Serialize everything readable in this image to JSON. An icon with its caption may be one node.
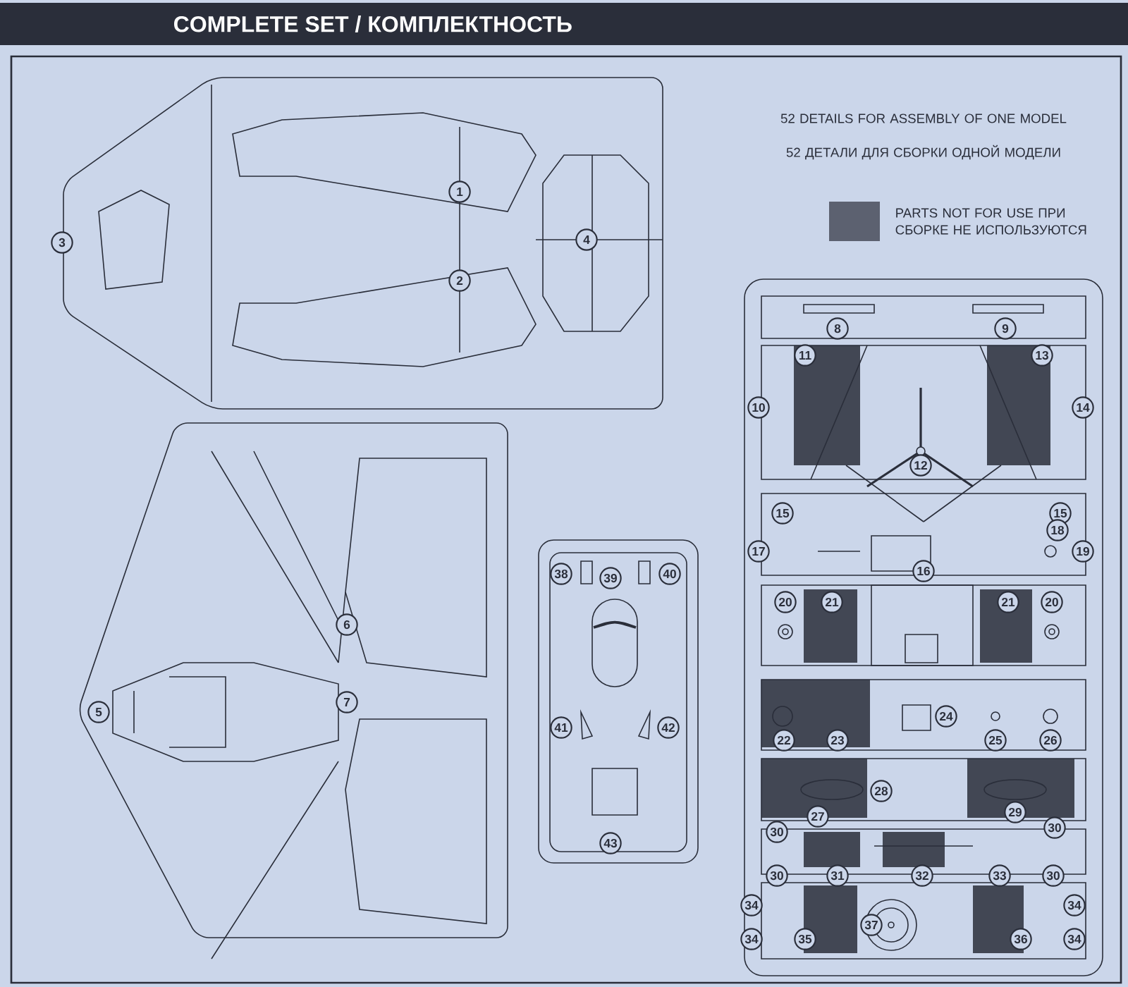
{
  "diagram": {
    "title": "COMPLETE SET / КОМПЛЕКТНОСТЬ",
    "labels": [
      "52 DETAILS FOR ASSEMBLY OF ONE MODEL",
      "52 ДЕТАЛИ ДЛЯ СБОРКИ ОДНОЙ МОДЕЛИ",
      "1",
      "2",
      "3",
      "4",
      "5",
      "6",
      "7",
      "8",
      "9",
      "10",
      "11",
      "12",
      "13",
      "14",
      "15",
      "15",
      "16",
      "17",
      "18",
      "19",
      "20",
      "21",
      "21",
      "20",
      "22",
      "23",
      "24",
      "25",
      "26",
      "27",
      "28",
      "29",
      "30",
      "30",
      "30",
      "31",
      "32",
      "33",
      "30",
      "34",
      "34",
      "34",
      "35",
      "37",
      "36",
      "34",
      "38",
      "39",
      "40",
      "41",
      "42",
      "43"
    ],
    "legend": [
      {
        "text": "PARTS NOT FOR USE ПРИ СБОРКЕ НЕ ИСПОЛЬЗУЮТСЯ",
        "color": "#5c6170"
      }
    ]
  }
}
